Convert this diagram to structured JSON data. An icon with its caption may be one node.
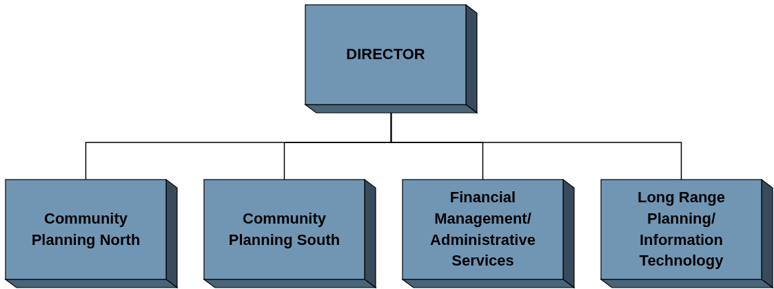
{
  "diagram": {
    "nodes": [
      {
        "text": [
          "DIRECTOR"
        ]
      },
      {
        "text": [
          "Community Planning North"
        ]
      },
      {
        "text": [
          "Community Planning South"
        ]
      },
      {
        "text": [
          "Financial Management/ Administrative Services"
        ]
      },
      {
        "text": [
          "Long Range Planning/ Information Technology"
        ]
      }
    ],
    "edges": [
      {
        "from": 0,
        "to": 1,
        "arrow": "none"
      },
      {
        "from": 0,
        "to": 2,
        "arrow": "none"
      },
      {
        "from": 0,
        "to": 3,
        "arrow": "none"
      },
      {
        "from": 0,
        "to": 4,
        "arrow": "none"
      }
    ]
  }
}
